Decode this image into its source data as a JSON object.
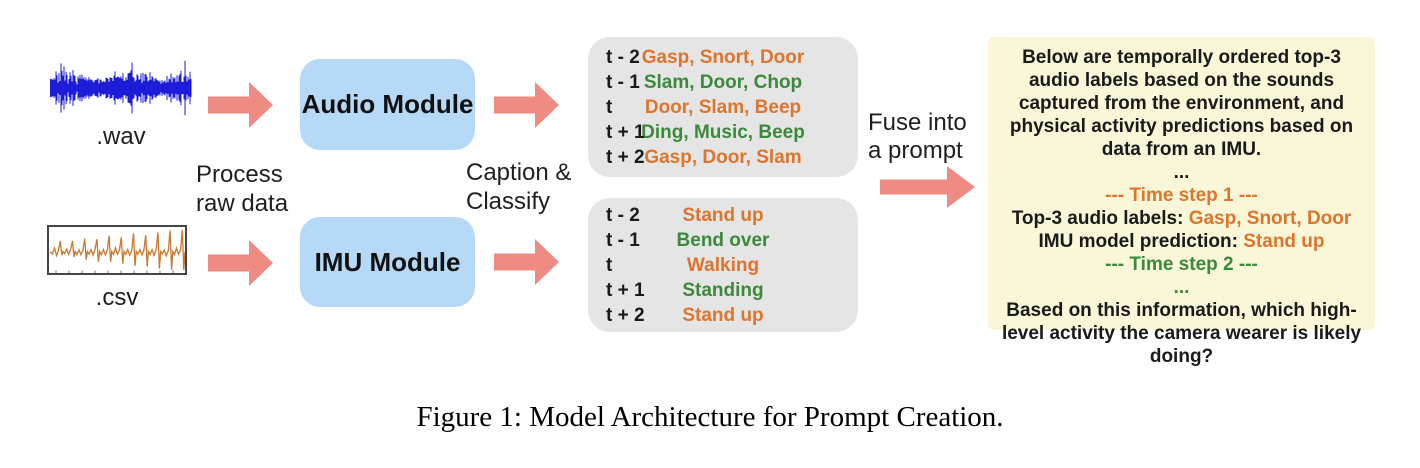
{
  "colors": {
    "orange": "#DE752C",
    "green": "#3B8A39",
    "salmon": "#EE8B83",
    "module_blue": "#B5D9F6",
    "panel_gray": "#E5E5E6",
    "prompt_yellow": "#FAF6D8",
    "wav_blue": "#1C1CD9",
    "csv_orange": "#C8782F"
  },
  "inputs": {
    "wav_label": ".wav",
    "csv_label": ".csv"
  },
  "labels": {
    "process": [
      "Process",
      "raw data"
    ],
    "caption_classify": [
      "Caption &",
      "Classify"
    ],
    "fuse": [
      "Fuse into",
      "a prompt"
    ]
  },
  "modules": {
    "audio": "Audio Module",
    "imu": "IMU Module"
  },
  "audio_panel": {
    "rows": [
      {
        "time": "t - 2",
        "value": "Gasp, Snort, Door",
        "color": "orange"
      },
      {
        "time": "t - 1",
        "value": "Slam, Door, Chop",
        "color": "green"
      },
      {
        "time": "t",
        "value": "Door, Slam, Beep",
        "color": "orange"
      },
      {
        "time": "t + 1",
        "value": "Ding, Music, Beep",
        "color": "green"
      },
      {
        "time": "t + 2",
        "value": "Gasp, Door, Slam",
        "color": "orange"
      }
    ]
  },
  "imu_panel": {
    "rows": [
      {
        "time": "t - 2",
        "value": "Stand up",
        "color": "orange"
      },
      {
        "time": "t - 1",
        "value": "Bend over",
        "color": "green"
      },
      {
        "time": "t",
        "value": "Walking",
        "color": "orange"
      },
      {
        "time": "t + 1",
        "value": "Standing",
        "color": "green"
      },
      {
        "time": "t + 2",
        "value": "Stand up",
        "color": "orange"
      }
    ]
  },
  "prompt_panel": {
    "intro": "Below are temporally ordered top-3 audio labels based on the sounds captured from the environment, and physical activity predictions based on data from an IMU.",
    "ellipsis1": "...",
    "timestep1": "--- Time step 1 ---",
    "audio_label_prefix": "Top-3 audio labels: ",
    "audio_label_value": "Gasp, Snort, Door",
    "imu_label_prefix": "IMU model prediction: ",
    "imu_label_value": "Stand up",
    "timestep2": "--- Time step 2 ---",
    "ellipsis2": "...",
    "question": "Based on this information, which high-level activity the camera wearer is likely doing?"
  },
  "caption": "Figure 1: Model Architecture for Prompt Creation."
}
